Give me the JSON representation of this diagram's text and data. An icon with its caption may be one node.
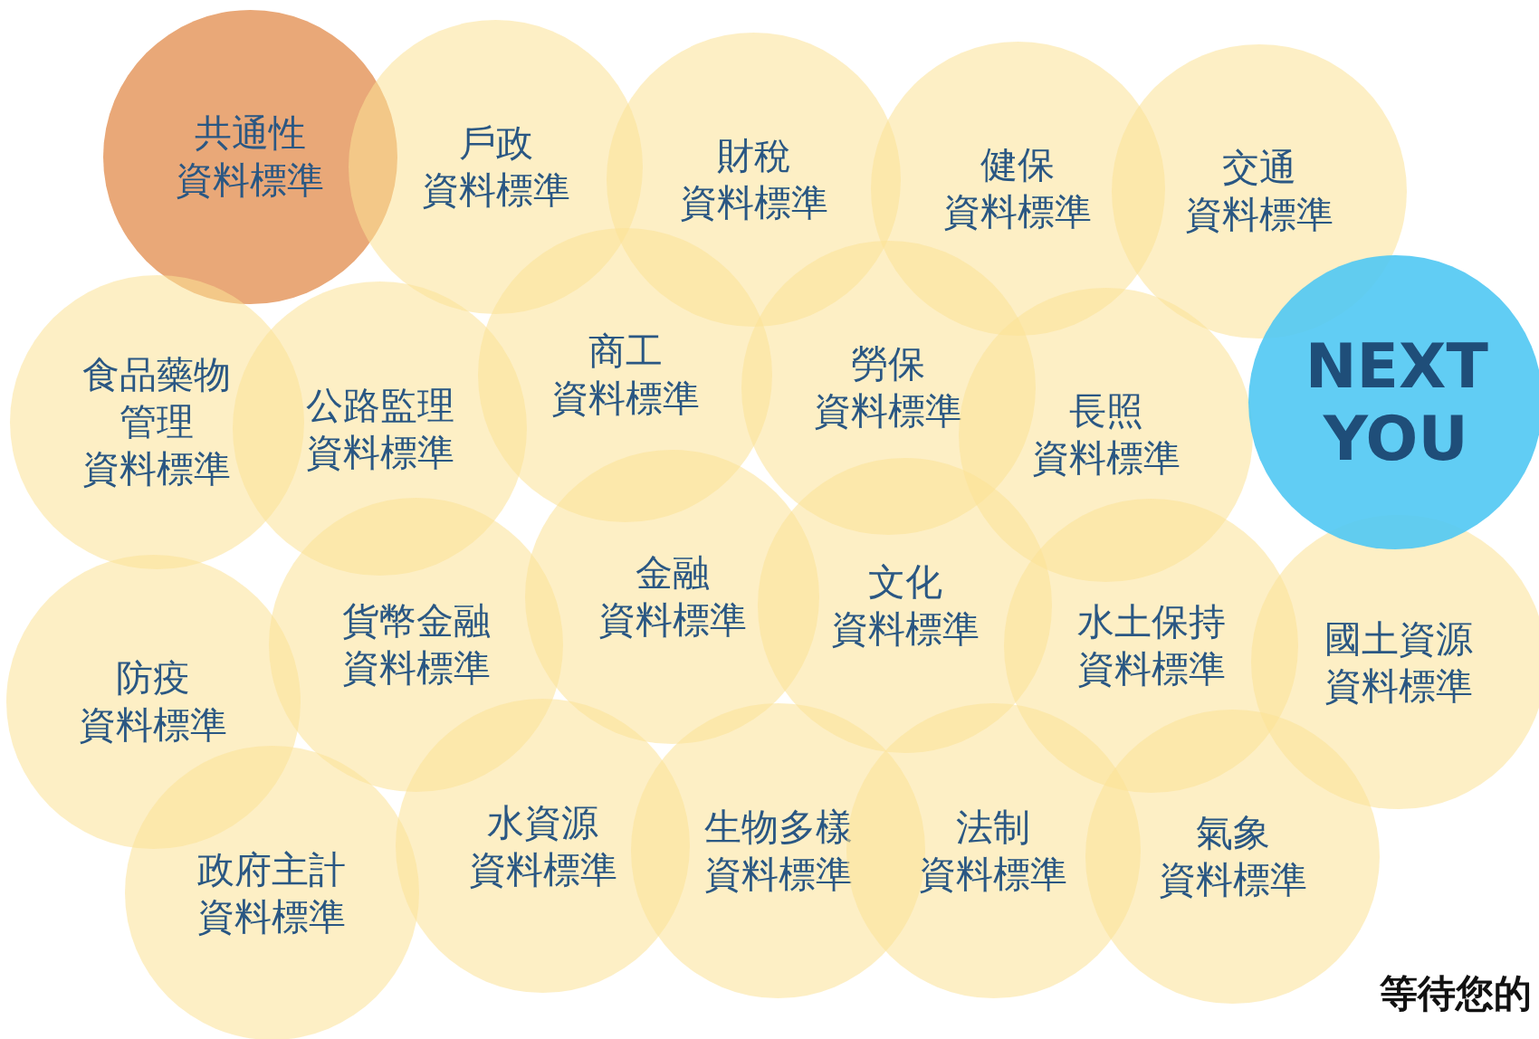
{
  "diagram": {
    "nodes": [
      {
        "text": [
          "共通性",
          "資料標準"
        ]
      },
      {
        "text": [
          "戶政",
          "資料標準"
        ]
      },
      {
        "text": [
          "財稅",
          "資料標準"
        ]
      },
      {
        "text": [
          "健保",
          "資料標準"
        ]
      },
      {
        "text": [
          "交通",
          "資料標準"
        ]
      },
      {
        "text": [
          "食品藥物管理",
          "資料標準"
        ]
      },
      {
        "text": [
          "公路監理",
          "資料標準"
        ]
      },
      {
        "text": [
          "商工",
          "資料標準"
        ]
      },
      {
        "text": [
          "勞保",
          "資料標準"
        ]
      },
      {
        "text": [
          "長照",
          "資料標準"
        ]
      },
      {
        "text": [
          "NEXT YOU"
        ]
      },
      {
        "text": [
          "防疫",
          "資料標準"
        ]
      },
      {
        "text": [
          "貨幣金融",
          "資料標準"
        ]
      },
      {
        "text": [
          "金融",
          "資料標準"
        ]
      },
      {
        "text": [
          "文化",
          "資料標準"
        ]
      },
      {
        "text": [
          "水土保持",
          "資料標準"
        ]
      },
      {
        "text": [
          "國土資源",
          "資料標準"
        ]
      },
      {
        "text": [
          "政府主計",
          "資料標準"
        ]
      },
      {
        "text": [
          "水資源",
          "資料標準"
        ]
      },
      {
        "text": [
          "生物多樣",
          "資料標準"
        ]
      },
      {
        "text": [
          "法制",
          "資料標準"
        ]
      },
      {
        "text": [
          "氣象",
          "資料標準"
        ]
      }
    ],
    "labels": [
      "等待您的"
    ]
  }
}
